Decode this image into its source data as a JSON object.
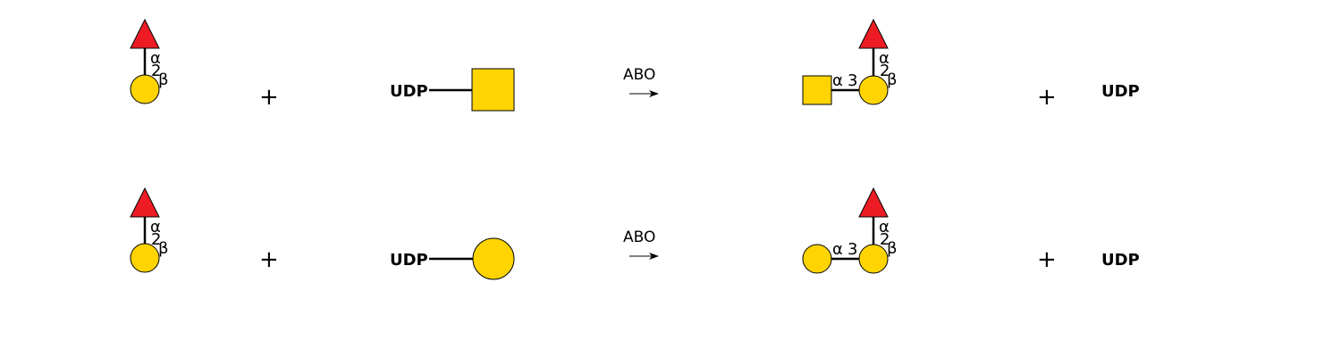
{
  "colors": {
    "galactose": "#FFD400",
    "fucose": "#ED1C24",
    "galnac": "#FFD400",
    "outline": "#000000",
    "background": "#FFFFFF"
  },
  "symbols": {
    "plus": "+",
    "arrow": "arrow-right"
  },
  "reactions": [
    {
      "substrate": {
        "link": {
          "anomer": "α",
          "position": "2",
          "reducing": "β"
        }
      },
      "donor": {
        "label": "UDP",
        "sugar_shape": "square"
      },
      "enzyme": "ABO",
      "product": {
        "left_link": {
          "anomer": "α",
          "position": "3"
        },
        "top_link": {
          "anomer": "α",
          "position": "2",
          "reducing": "β"
        },
        "added_shape": "square"
      },
      "byproduct": "UDP"
    },
    {
      "substrate": {
        "link": {
          "anomer": "α",
          "position": "2",
          "reducing": "β"
        }
      },
      "donor": {
        "label": "UDP",
        "sugar_shape": "circle"
      },
      "enzyme": "ABO",
      "product": {
        "left_link": {
          "anomer": "α",
          "position": "3"
        },
        "top_link": {
          "anomer": "α",
          "position": "2",
          "reducing": "β"
        },
        "added_shape": "circle"
      },
      "byproduct": "UDP"
    }
  ]
}
